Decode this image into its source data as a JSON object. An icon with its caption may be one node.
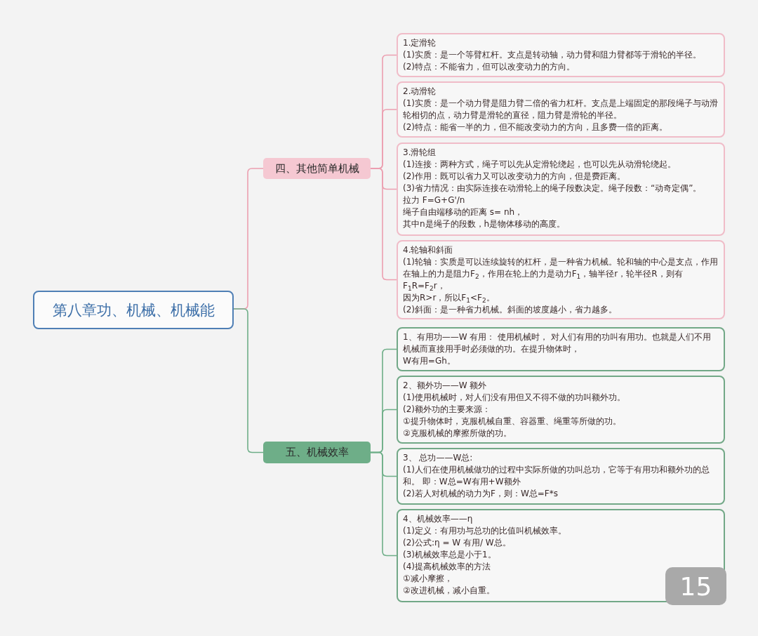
{
  "diagram": {
    "nodes": [
      {
        "text": [
          "第八章功、机械、机械能"
        ]
      },
      {
        "text": [
          "四、其他简单机械"
        ]
      },
      {
        "text": [
          "五、机械效率"
        ]
      },
      {
        "text": [
          "1.定滑轮",
          "(1)实质：是一个等臂杠杆。支点是转动轴，动力臂和阻力臂都等于滑轮的半径。",
          "(2)特点：不能省力，但可以改变动力的方向。"
        ]
      },
      {
        "text": [
          "2.动滑轮",
          "(1)实质：是一个动力臂是阻力臂二倍的省力杠杆。支点是上端固定的那段绳子与动滑轮相切的点，动力臂是滑轮的直径，阻力臂是滑轮的半径。",
          "(2)特点：能省一半的力，但不能改变动力的方向，且多费一倍的距离。"
        ]
      },
      {
        "text": [
          "3.滑轮组",
          "(1)连接：两种方式，绳子可以先从定滑轮绕起，也可以先从动滑轮绕起。",
          "(2)作用：既可以省力又可以改变动力的方向，但是费距离。",
          "(3)省力情况：由实际连接在动滑轮上的绳子段数决定。绳子段数：“动奇定偶”。",
          "拉力 F=G+G'/n",
          "绳子自由端移动的距离 s= nh，",
          "其中n是绳子的段数，h是物体移动的高度。"
        ]
      },
      {
        "text": [
          "4.轮轴和斜面",
          "(1)轮轴：实质是可以连续旋转的杠杆，是一种省力机械。轮和轴的中心是支点，作用在轴上的力是阻力F$_{2}$，作用在轮上的力是动力F$_{1}$，轴半径r，轮半径R，则有F$_{1}$R=F$_{2}$r，",
          "因为R>r，所以F$_{1}$<F$_{2}$。",
          "(2)斜面：是一种省力机械。斜面的坡度越小，省力越多。"
        ]
      },
      {
        "text": [
          "1、有用功——W 有用： 使用机械时， 对人们有用的功叫有用功。也就是人们不用机械而直接用手时必须做的功。在提升物体时，",
          "W有用=Gh。"
        ]
      },
      {
        "text": [
          "2、额外功——W 额外",
          "(1)使用机械时，对人们没有用但又不得不做的功叫额外功。",
          "(2)额外功的主要来源：",
          "①提升物体时，克服机械自重、容器重、绳重等所做的功。",
          "②克服机械的摩擦所做的功。"
        ]
      },
      {
        "text": [
          "3、 总功——W总:",
          "(1)人们在使用机械做功的过程中实际所做的功叫总功，它等于有用功和额外功的总和。 即：W总=W有用+W额外",
          "(2)若人对机械的动力为F，则：W总=F*s"
        ]
      },
      {
        "text": [
          "4、机械效率——η",
          "(1)定义：有用功与总功的比值叫机械效率。",
          "(2)公式:η = W 有用/ W总。",
          "(3)机械效率总是小于1。",
          "(4)提高机械效率的方法",
          "①减小摩擦，",
          "②改进机械，减小自重。"
        ]
      }
    ],
    "edges": [
      {
        "from": 0,
        "to": 1,
        "arrow": "none",
        "color": "#ec9fb0"
      },
      {
        "from": 0,
        "to": 2,
        "arrow": "none",
        "color": "#6eae88"
      },
      {
        "from": 1,
        "to": 3,
        "arrow": "none",
        "color": "#ec9fb0"
      },
      {
        "from": 1,
        "to": 4,
        "arrow": "none",
        "color": "#ec9fb0"
      },
      {
        "from": 1,
        "to": 5,
        "arrow": "none",
        "color": "#ec9fb0"
      },
      {
        "from": 1,
        "to": 6,
        "arrow": "none",
        "color": "#ec9fb0"
      },
      {
        "from": 2,
        "to": 7,
        "arrow": "none",
        "color": "#6eae88"
      },
      {
        "from": 2,
        "to": 8,
        "arrow": "none",
        "color": "#6eae88"
      },
      {
        "from": 2,
        "to": 9,
        "arrow": "none",
        "color": "#6eae88"
      },
      {
        "from": 2,
        "to": 10,
        "arrow": "none",
        "color": "#6eae88"
      }
    ],
    "labels": [
      "15"
    ]
  }
}
